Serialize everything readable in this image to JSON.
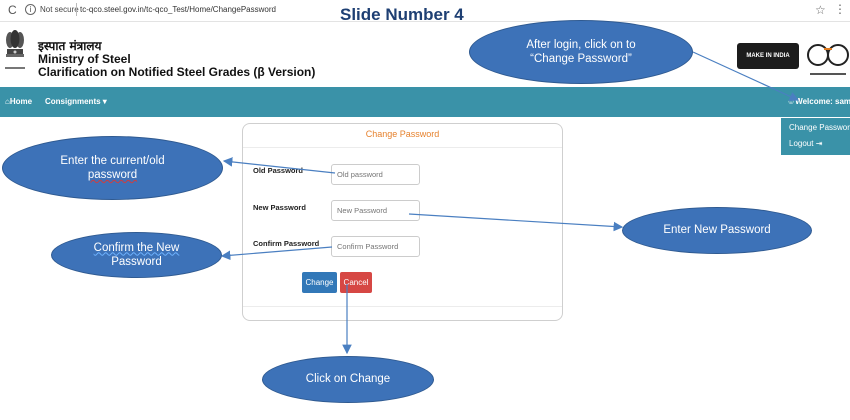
{
  "browser": {
    "secure_label": "Not secure",
    "url": "tc-qco.steel.gov.in/tc-qco_Test/Home/ChangePassword"
  },
  "slide_title": "Slide Number 4",
  "site": {
    "hindi_name": "इस्पात मंत्रालय",
    "ministry": "Ministry of Steel",
    "title": "Clarification on Notified Steel Grades (β Version)",
    "logo_text": "MAKE IN INDIA"
  },
  "nav": {
    "home": "Home",
    "consignments": "Consignments",
    "welcome": "Welcome: samm"
  },
  "user_menu": {
    "change_password": "Change Password",
    "logout": "Logout"
  },
  "form": {
    "title": "Change Password",
    "old_label": "Old Password",
    "old_placeholder": "Old password",
    "new_label": "New Password",
    "new_placeholder": "New Password",
    "confirm_label": "Confirm Password",
    "confirm_placeholder": "Confirm Password",
    "change_button": "Change",
    "cancel_button": "Cancel"
  },
  "callouts": {
    "login_line1": "After login, click on to",
    "login_line2": "“Change Password”",
    "old_line1": "Enter the current/old",
    "old_line2": "password",
    "new_password": "Enter New Password",
    "confirm_line1": "Confirm  the New",
    "confirm_line2": "Password",
    "click_change": "Click on Change"
  },
  "colors": {
    "navbar": "#3a92a8",
    "callout_fill": "#3d72b8",
    "form_title": "#e6822e",
    "change_button": "#3278b8",
    "cancel_button": "#d64744",
    "slide_title": "#1e3f73"
  },
  "icons": [
    "reload-icon",
    "info-icon",
    "star-icon",
    "home-icon",
    "user-icon",
    "logout-icon",
    "emblem-icon"
  ]
}
